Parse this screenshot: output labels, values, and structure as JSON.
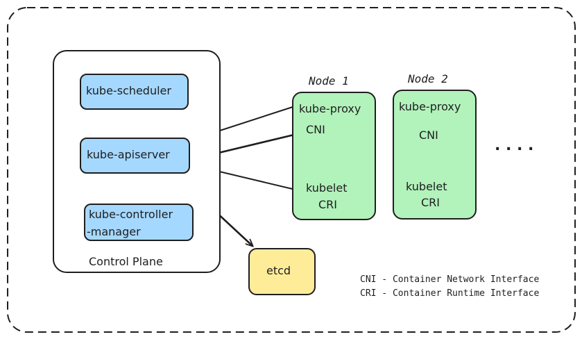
{
  "control_plane": {
    "label": "Control Plane",
    "scheduler": "kube-scheduler",
    "apiserver": "kube-apiserver",
    "controller_manager_line1": "kube-controller",
    "controller_manager_line2": "-manager"
  },
  "etcd": "etcd",
  "nodes": [
    {
      "title": "Node 1",
      "proxy": "kube-proxy",
      "cni": "CNI",
      "kubelet": "kubelet",
      "cri": "CRI"
    },
    {
      "title": "Node 2",
      "proxy": "kube-proxy",
      "cni": "CNI",
      "kubelet": "kubelet",
      "cri": "CRI"
    }
  ],
  "ellipsis": ". . . .",
  "legend": [
    "CNI - Container Network Interface",
    "CRI - Container Runtime Interface"
  ],
  "colors": {
    "blue_box": "#a5d8ff",
    "green_node": "#b2f2bb",
    "yellow_etcd": "#ffec99",
    "stroke": "#1e1e1e"
  }
}
